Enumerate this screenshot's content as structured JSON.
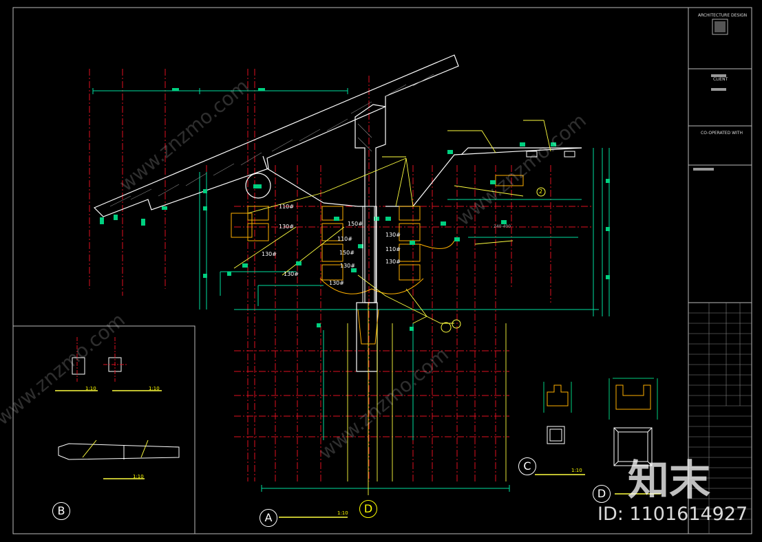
{
  "title_block": {
    "arch_design": "ARCHITECTURE DESIGN",
    "client": "CLIENT",
    "cooperated": "CO-OPERATED WITH"
  },
  "dimensions": {
    "d110a": "110#",
    "d130a": "130#",
    "d130b": "130#",
    "d130c": "130#",
    "d110b": "110#",
    "d130d": "130#",
    "d150a": "150#",
    "d150b": "150#",
    "d130e": "130#",
    "d110c": "110#",
    "d130f": "130#",
    "d130g": "130#",
    "d240": "240-400"
  },
  "callouts": {
    "bubble_a": "A",
    "bubble_b": "B",
    "bubble_c": "C",
    "bubble_d": "D",
    "axis_d": "D",
    "mark_2": "2",
    "scale_a": "1:10",
    "scale_c": "1:10",
    "scale_b1": "1:10",
    "scale_b2": "1:10",
    "scale_b3": "1:10"
  },
  "watermark": {
    "brand": "知末",
    "id": "ID: 1101614927",
    "site": "www.znzmo.com"
  }
}
